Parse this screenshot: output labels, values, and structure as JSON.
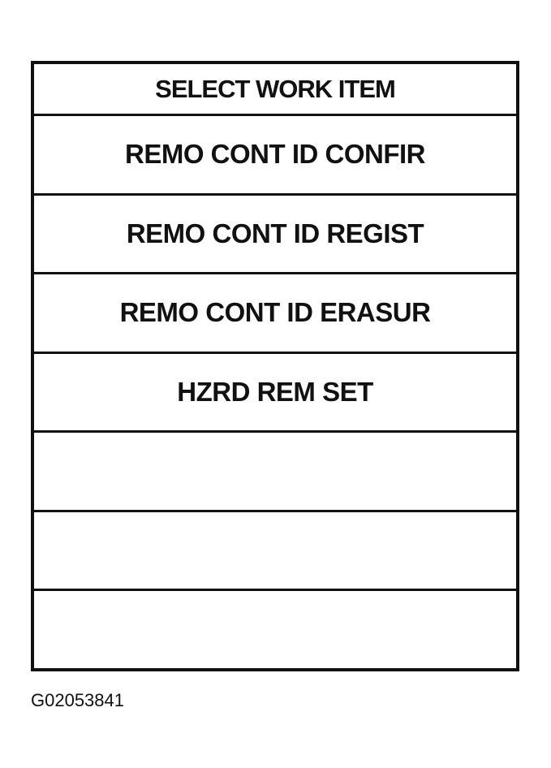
{
  "header": {
    "title": "SELECT WORK ITEM"
  },
  "menu": {
    "items": [
      {
        "label": "REMO CONT ID CONFIR"
      },
      {
        "label": "REMO CONT ID REGIST"
      },
      {
        "label": "REMO CONT ID ERASUR"
      },
      {
        "label": "HZRD REM SET"
      },
      {
        "label": ""
      },
      {
        "label": ""
      },
      {
        "label": ""
      }
    ]
  },
  "figure": {
    "id": "G02053841"
  }
}
